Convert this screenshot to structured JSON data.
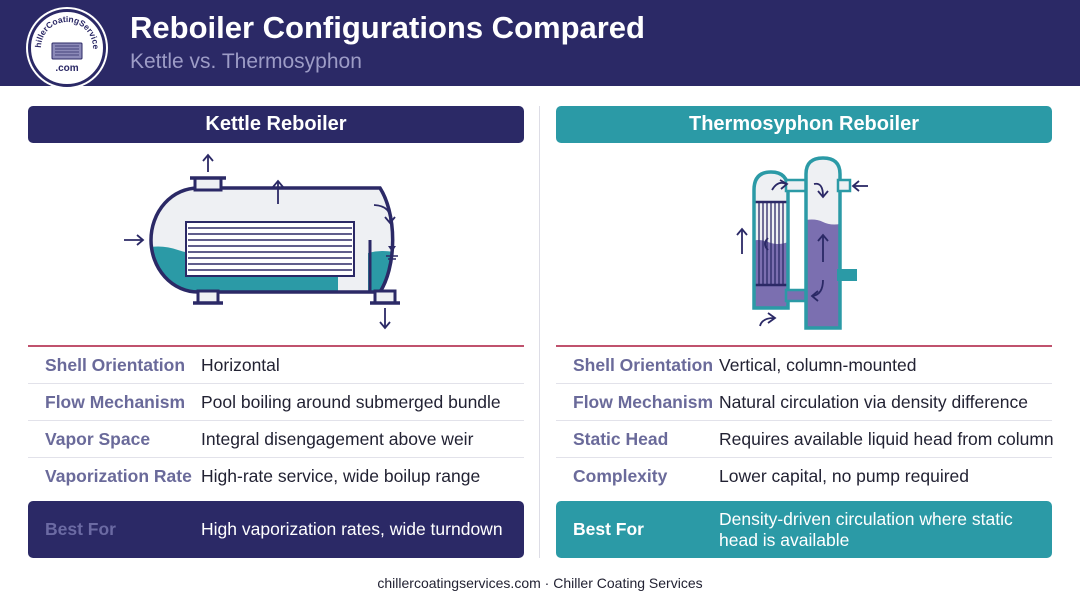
{
  "header": {
    "title": "Reboiler Configurations Compared",
    "subtitle": "Kettle vs. Thermosyphon",
    "logo_text_top": "ChillerCoatingServices",
    "logo_text_bottom": ".com"
  },
  "kettle": {
    "title": "Kettle Reboiler",
    "rows": [
      {
        "label": "Shell Orientation",
        "value": "Horizontal"
      },
      {
        "label": "Flow Mechanism",
        "value": "Pool boiling around submerged bundle"
      },
      {
        "label": "Vapor Space",
        "value": "Integral disengagement above weir"
      },
      {
        "label": "Vaporization Rate",
        "value": "High-rate service, wide boilup range"
      }
    ],
    "best_label": "Best For",
    "best_value": "High vaporization rates, wide turndown"
  },
  "thermosyphon": {
    "title": "Thermosyphon Reboiler",
    "rows": [
      {
        "label": "Shell Orientation",
        "value": "Vertical, column-mounted"
      },
      {
        "label": "Flow Mechanism",
        "value": "Natural circulation via density difference"
      },
      {
        "label": "Static Head",
        "value": "Requires available liquid head from column"
      },
      {
        "label": "Complexity",
        "value": "Lower capital, no pump required"
      }
    ],
    "best_label": "Best For",
    "best_value": "Density-driven circulation where static head is available"
  },
  "footer": {
    "text": "chillercoatingservices.com · Chiller Coating Services"
  },
  "colors": {
    "navy": "#2b2966",
    "teal": "#2b9aa6",
    "accent_line": "#c0526d",
    "purple_liquid": "#7b6fb0"
  }
}
